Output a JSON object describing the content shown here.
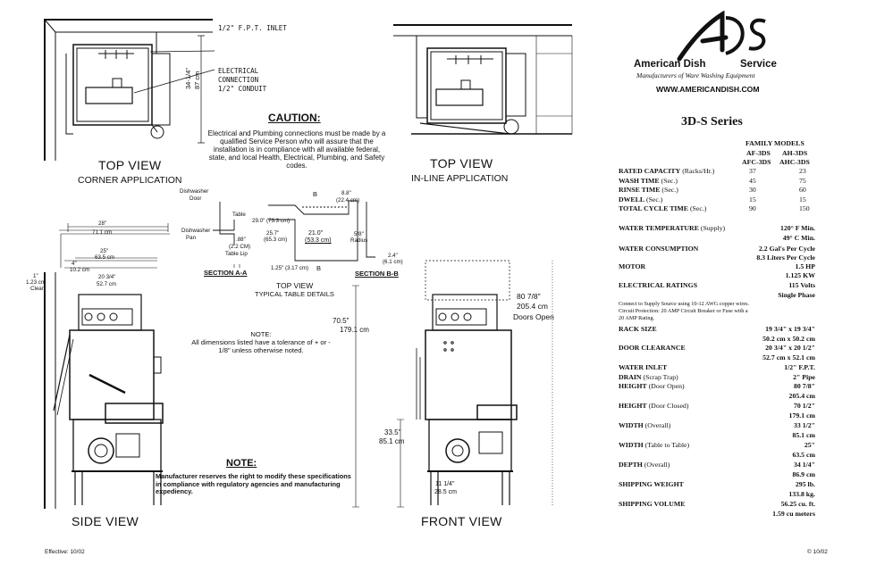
{
  "views": {
    "top_corner": {
      "title": "TOP VIEW",
      "subtitle": "CORNER APPLICATION",
      "inlet": "1/2\" F.P.T. INLET",
      "electrical": [
        "ELECTRICAL",
        "CONNECTION",
        "1/2\" CONDUIT"
      ],
      "dim_in": "34-1/4\"",
      "dim_cm": "87 cm"
    },
    "top_inline": {
      "title": "TOP VIEW",
      "subtitle": "IN-LINE APPLICATION"
    },
    "side": {
      "title": "SIDE VIEW",
      "w_in": "28\"",
      "w_cm": "71.1 cm",
      "w2_in": "25\"",
      "w2_cm": "63.5 cm",
      "w3_in": "4\"",
      "w3_cm": "10.2 cm",
      "w4_in": "20 3/4\"",
      "w4_cm": "52.7 cm",
      "clear_in": "1\"",
      "clear_cm": "1.23 cm",
      "clear_label": "Clear"
    },
    "front": {
      "title": "FRONT VIEW",
      "open_in": "80 7/8\"",
      "open_cm": "205.4 cm",
      "open_label": "Doors Open",
      "h_in": "70.5\"",
      "h_cm": "179.1 cm",
      "t_in": "33.5\"",
      "t_cm": "85.1 cm",
      "f_in": "11 1/4\"",
      "f_cm": "28.5 cm"
    },
    "table": {
      "title": "TOP VIEW",
      "subtitle": "TYPICAL TABLE DETAILS",
      "door": [
        "Dishwasher",
        "Door"
      ],
      "table": "Table",
      "pan": [
        "Dishwasher",
        "Pan"
      ],
      "d1": "29.0\" (73.3 cm)",
      "d2": [
        "25.7\"",
        "(65.3 cm)"
      ],
      "d3": "21.0\"",
      "d3b": "(53.3 cm)",
      "d4": "8.8\"",
      "d4b": "(22.4 cm)",
      "d5": [
        ".88\"",
        "(2.2 CM)",
        "Table Lip"
      ],
      "d6": "1.25\" (3.17 cm)",
      "d7": [
        "5/8\"",
        "Radius"
      ],
      "d8": [
        "2.4\"",
        "(6.1 cm)"
      ],
      "b": "B",
      "sec_a": "SECTION A-A",
      "sec_b": "SECTION B-B"
    }
  },
  "caution": {
    "heading": "CAUTION:",
    "body": "Electrical and Plumbing connections must be made by a qualified Service Person who will assure that the installation is in compliance with all available federal, state, and local Health, Electrical, Plumbing, and Safety codes."
  },
  "tolerance_note": {
    "heading": "NOTE:",
    "body": "All dimensions listed have a tolerance of + or - 1/8\" unless otherwise noted."
  },
  "bottom_note": {
    "heading": "NOTE:",
    "body": "Manufacturer reserves the right to modify these specifications in compliance with regulatory agencies and manufacturing expediency."
  },
  "effective": "Effective: 10/02",
  "copyright": "© 10/02",
  "brand": {
    "logo": "ADS",
    "name_left": "American Dish",
    "name_right": "Service",
    "tagline": "Manufacturers of Ware Washing Equipment",
    "url": "WWW.AMERICANDISH.COM"
  },
  "series": "3D-S Series",
  "family": {
    "header": "FAMILY MODELS",
    "col1": [
      "AF-3DS",
      "AFC-3DS"
    ],
    "col2": [
      "AH-3DS",
      "AHC-3DS"
    ]
  },
  "rows": [
    {
      "label": "RATED CAPACITY",
      "unit": " (Racks/Hr.)",
      "v1": "37",
      "v2": "23"
    },
    {
      "label": "WASH TIME",
      "unit": " (Sec.)",
      "v1": "45",
      "v2": "75"
    },
    {
      "label": "RINSE TIME",
      "unit": " (Sec.)",
      "v1": "30",
      "v2": "60"
    },
    {
      "label": "DWELL",
      "unit": " (Sec.)",
      "v1": "15",
      "v2": "15"
    },
    {
      "label": "TOTAL CYCLE TIME",
      "unit": " (Sec.)",
      "v1": "90",
      "v2": "150"
    }
  ],
  "specs": {
    "water_temp": {
      "label": "WATER TEMPERATURE",
      "unit": " (Supply)",
      "v": [
        "120° F Min.",
        "49° C Min."
      ]
    },
    "water_cons": {
      "label": "WATER CONSUMPTION",
      "v": [
        "2.2 Gal's Per Cycle",
        "8.3 Liters Per Cycle"
      ]
    },
    "motor": {
      "label": "MOTOR",
      "v": [
        "1.5 HP",
        "1.125 KW"
      ]
    },
    "elec": {
      "label": "ELECTRICAL RATINGS",
      "v": [
        "115 Volts",
        "Single Phase"
      ]
    },
    "elec_note": "Connect to Supply Source using 10-12 AWG copper wires. Circuit Protection: 20 AMP Circuit Breaker or Fuse with a 20 AMP Rating.",
    "rack": {
      "label": "RACK SIZE",
      "v": [
        "19 3/4\" x 19 3/4\"",
        "50.2 cm x 50.2 cm"
      ]
    },
    "door": {
      "label": "DOOR CLEARANCE",
      "v": [
        "20 3/4\" x 20 1/2\"",
        "52.7 cm x 52.1 cm"
      ]
    },
    "inlet": {
      "label": "WATER INLET",
      "v": "1/2\" F.P.T."
    },
    "drain": {
      "label": "DRAIN",
      "unit": " (Scrap Trap)",
      "v": "2\" Pipe"
    },
    "height_open": {
      "label": "HEIGHT",
      "unit": " (Door Open)",
      "v": [
        "80 7/8\"",
        "205.4 cm"
      ]
    },
    "height_closed": {
      "label": "HEIGHT",
      "unit": " (Door Closed)",
      "v": [
        "70 1/2\"",
        "179.1 cm"
      ]
    },
    "width": {
      "label": "WIDTH",
      "unit": " (Overall)",
      "v": [
        "33 1/2\"",
        "85.1 cm"
      ]
    },
    "width_table": {
      "label": "WIDTH",
      "unit": " (Table to Table)",
      "v": [
        "25\"",
        "63.5 cm"
      ]
    },
    "depth": {
      "label": "DEPTH",
      "unit": " (Overall)",
      "v": [
        "34 1/4\"",
        "86.9 cm"
      ]
    },
    "ship_w": {
      "label": "SHIPPING WEIGHT",
      "v": [
        "295 lb.",
        "133.8 kg."
      ]
    },
    "ship_v": {
      "label": "SHIPPING VOLUME",
      "v": [
        "56.25 cu. ft.",
        "1.59 cu meters"
      ]
    }
  }
}
